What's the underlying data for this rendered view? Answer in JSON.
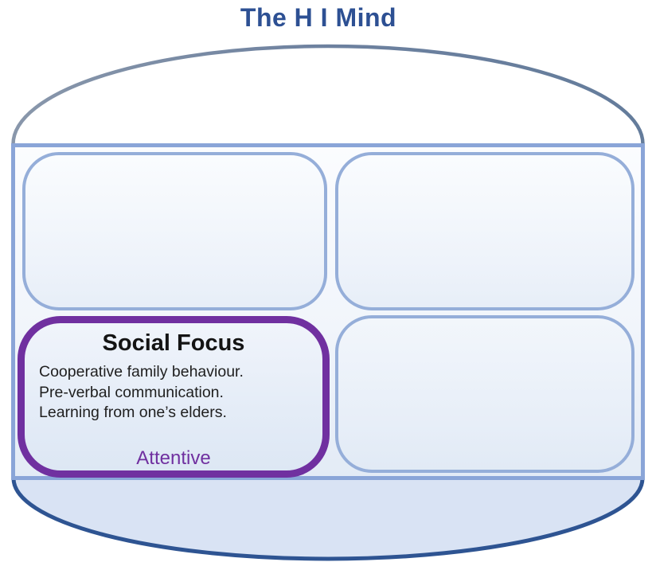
{
  "title": "The H I Mind",
  "social_focus": {
    "heading": "Social Focus",
    "lines": [
      "Cooperative family behaviour.",
      "Pre-verbal communication.",
      "Learning from one’s elders."
    ],
    "mode_label": "Attentive"
  },
  "colors": {
    "title_text": "#2d5093",
    "cylinder_top_arc": "#6d819f",
    "cylinder_bottom_arc": "#2e5492",
    "cylinder_bottom_fill": "#d9e3f4",
    "frame_border": "#8aa5d8",
    "panel_border": "#95aed9",
    "focus_border": "#7030a0",
    "focus_label_text": "#7030a0"
  }
}
